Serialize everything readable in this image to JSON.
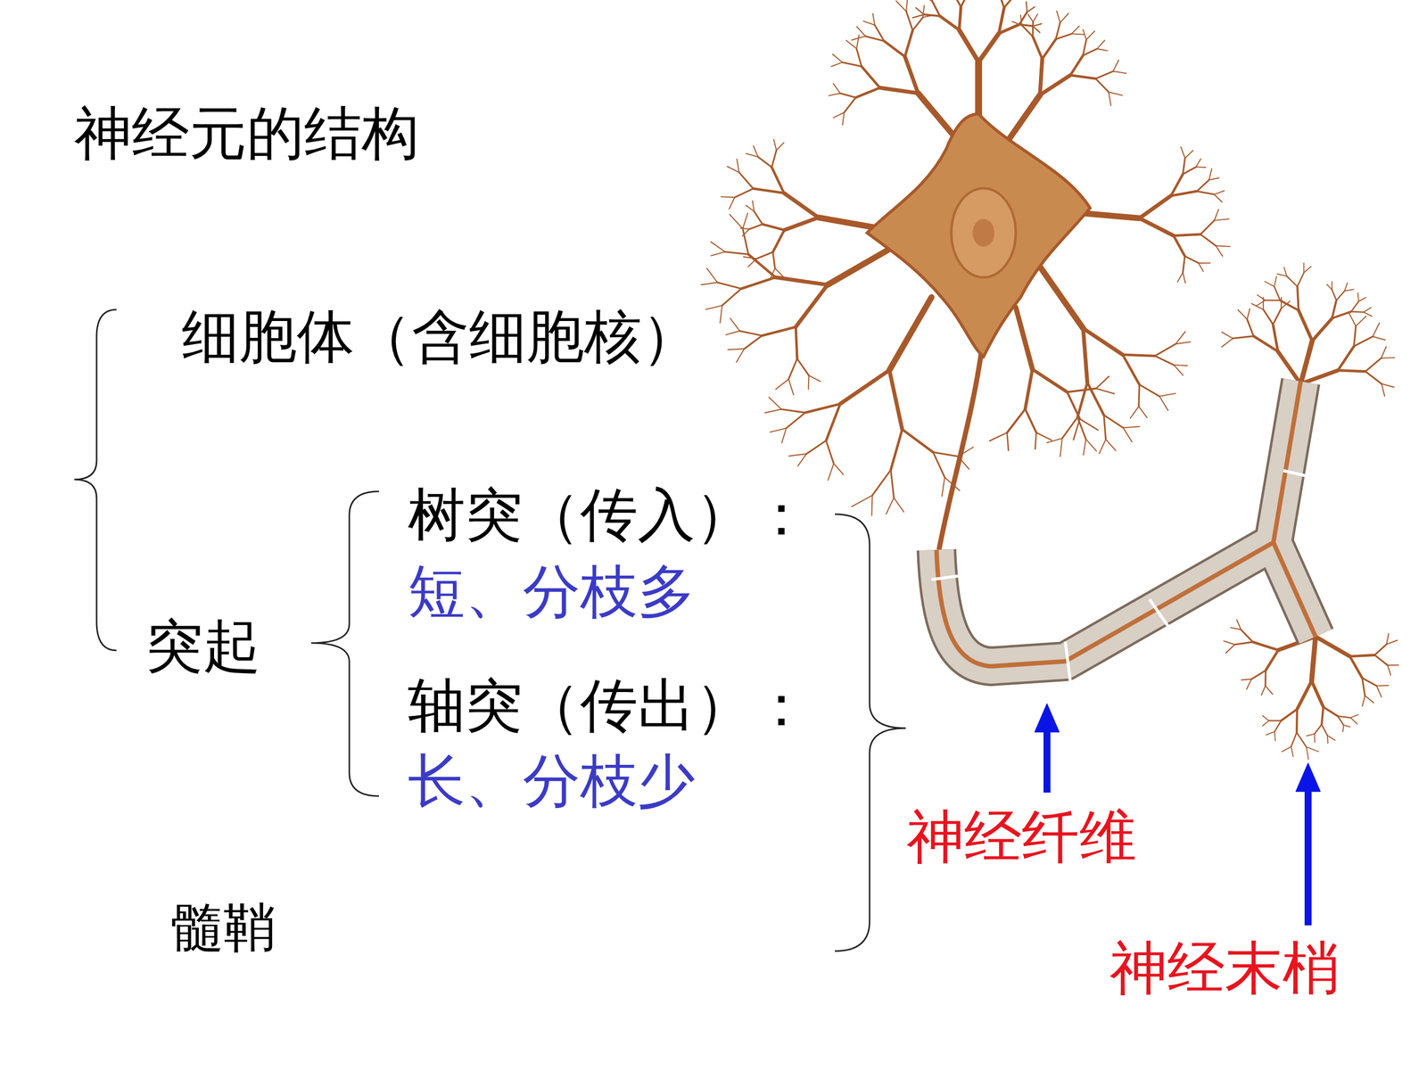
{
  "diagram": {
    "title": "神经元的结构",
    "labels": [
      "细胞体（含细胞核）",
      "突起",
      "树突（传入）：",
      "短、分枝多",
      "轴突（传出）：",
      "长、分枝少",
      "髓鞘",
      "神经纤维",
      "神经末梢"
    ]
  }
}
